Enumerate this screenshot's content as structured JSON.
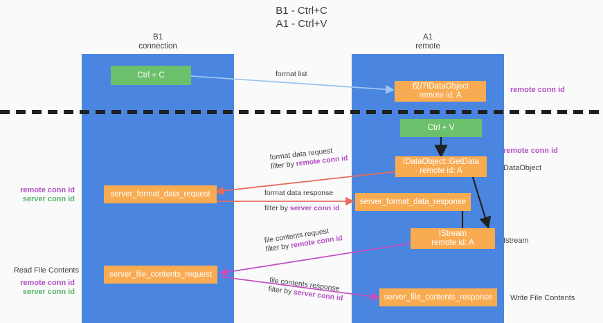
{
  "diagram": {
    "title_line1": "B1 - Ctrl+C",
    "title_line2": "A1 - Ctrl+V",
    "colors": {
      "column": "#4a86e0",
      "box_orange": "#f9ab52",
      "box_green": "#6cc06c",
      "remote_conn_id": "#b24fc4",
      "server_conn_id": "#57b36a",
      "arrow_blue": "#9fc5f0",
      "arrow_red": "#ea6b5c",
      "arrow_magenta": "#c450c0",
      "arrow_black": "#202124",
      "divider": "#202124",
      "background": "#fafafa"
    },
    "columns": [
      {
        "name": "B1",
        "sub": "connection"
      },
      {
        "name": "A1",
        "sub": "remote"
      }
    ],
    "boxes": {
      "ctrl_c": {
        "line1": "Ctrl + C"
      },
      "idataobject": {
        "line1": "仅/7IDataObject",
        "line2": "remote id: A"
      },
      "ctrl_v": {
        "line1": "Ctrl + V"
      },
      "getdata": {
        "line1": "IDataObject::GetData",
        "line2": "remote id: A"
      },
      "server_format_data_request": {
        "line1": "server_format_data_request"
      },
      "server_format_data_response": {
        "line1": "server_format_data_response"
      },
      "istream": {
        "line1": "IStream",
        "line2": "remote id: A"
      },
      "server_file_contents_request": {
        "line1": "server_file_contents_request"
      },
      "server_file_contents_response": {
        "line1": "server_file_contents_response"
      }
    },
    "edge_labels": {
      "format_list": {
        "line1": "format list"
      },
      "format_data_request": {
        "line1": "format data request",
        "line2_prefix": "filter by ",
        "line2_key": "remote conn id"
      },
      "format_data_response": {
        "line1": "format data response",
        "line2_prefix": "filter by ",
        "line2_key": "server conn id"
      },
      "file_contents_request": {
        "line1": "file contents request",
        "line2_prefix": "filter by ",
        "line2_key": "remote conn id"
      },
      "file_contents_response": {
        "line1": "file contents response",
        "line2_prefix": "filter by ",
        "line2_key": "server conn id"
      }
    },
    "annotations": {
      "right_remote_conn_id_top": "remote conn id",
      "right_remote_conn_id_mid": "remote conn id",
      "right_dataobject": "DataObject",
      "right_istream": "Istream",
      "right_write_file_contents": "Write File Contents",
      "left_remote_conn_id_mid": "remote conn id",
      "left_server_conn_id_mid": "server conn id",
      "left_read_file_contents": "Read File Contents",
      "left_remote_conn_id_bot": "remote conn id",
      "left_server_conn_id_bot": "server conn id"
    }
  }
}
